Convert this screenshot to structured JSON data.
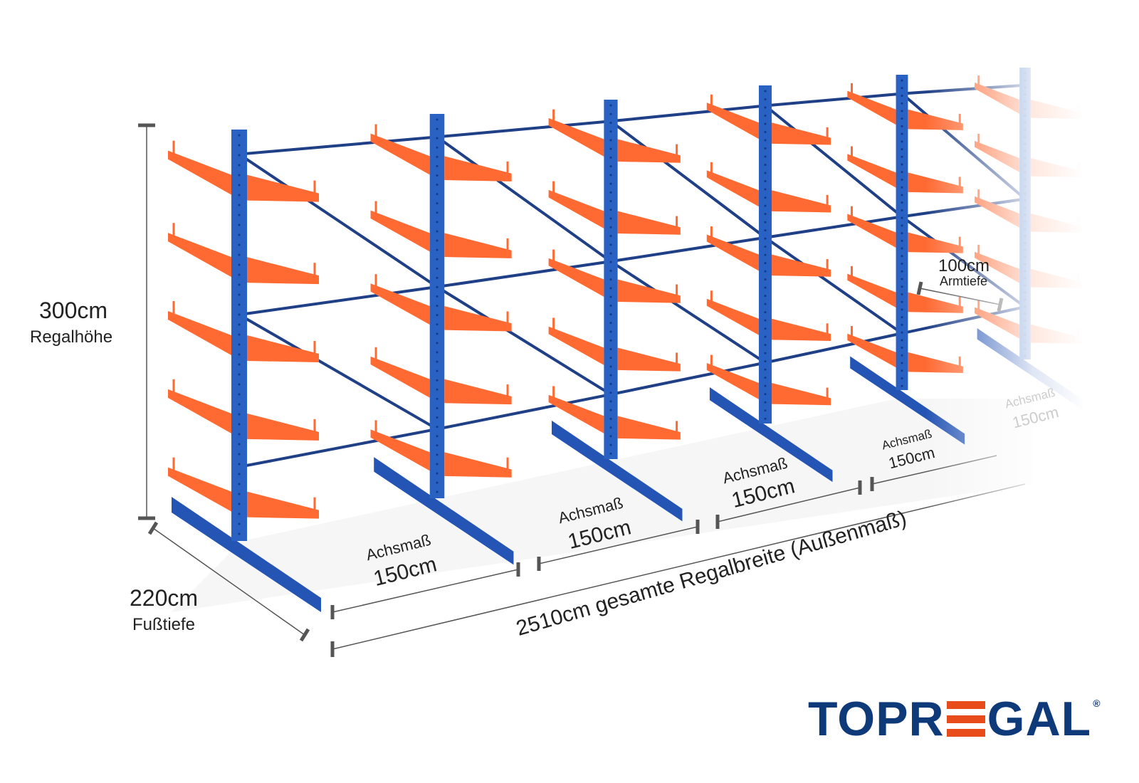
{
  "colors": {
    "column": "#2a62c4",
    "arm": "#ff6a33",
    "brace": "#1f3f86",
    "logo_blue": "#0f3a7a",
    "logo_red": "#e84c1a"
  },
  "dimensions": {
    "height": {
      "value": "300cm",
      "label": "Regalhöhe"
    },
    "foot_depth": {
      "value": "220cm",
      "label": "Fußtiefe"
    },
    "arm_depth": {
      "value": "100cm",
      "label": "Armtiefe"
    },
    "total_width": "2510cm gesamte Regalbreite  (Außenmaß)",
    "bays": [
      {
        "label": "Achsmaß",
        "value": "150cm"
      },
      {
        "label": "Achsmaß",
        "value": "150cm"
      },
      {
        "label": "Achsmaß",
        "value": "150cm"
      },
      {
        "label": "Achsmaß",
        "value": "150cm"
      },
      {
        "label": "Achsmaß",
        "value": "150cm"
      }
    ]
  },
  "logo": {
    "text_left": "TOPR",
    "text_right": "GAL",
    "registered": "®"
  }
}
